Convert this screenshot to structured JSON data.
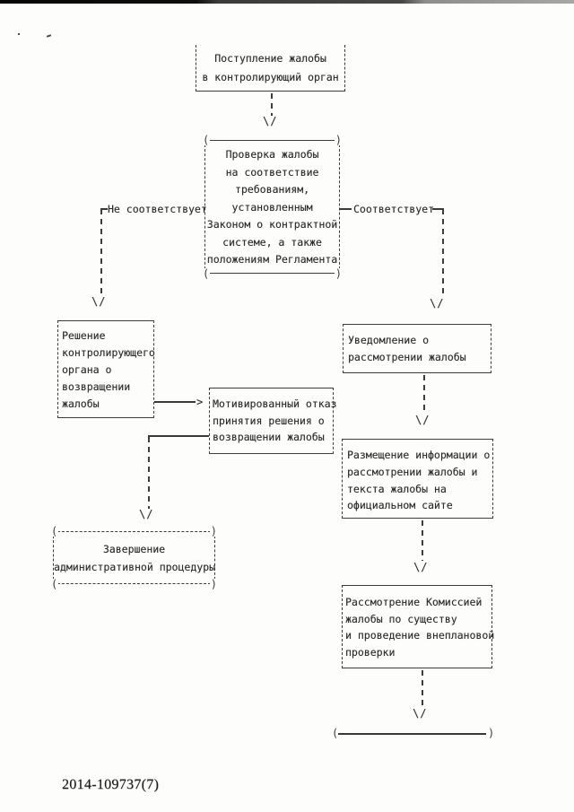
{
  "document": {
    "number": "2014-109737(7)"
  },
  "glyphs": {
    "arrow_down": "\\/",
    "arrow_right": ">",
    "paren_open": "(",
    "paren_close": ")"
  },
  "labels": {
    "not_conforming": "Не соответствует",
    "conforming": "Соответствует"
  },
  "boxes": {
    "receipt": {
      "lines": [
        "Поступление жалобы",
        "в контролирующий орган"
      ]
    },
    "check": {
      "lines": [
        "Проверка жалобы",
        "на соответствие",
        "требованиям,",
        "установленным",
        "Законом о контрактной",
        "системе, а также",
        "положениям Регламента"
      ]
    },
    "return_decision": {
      "lines": [
        "Решение",
        "контролирующего",
        "органа о",
        "возвращении",
        "жалобы"
      ]
    },
    "refusal": {
      "lines": [
        "Мотивированный отказ",
        "принятия решения о",
        "возвращении жалобы"
      ]
    },
    "completion": {
      "lines": [
        "Завершение",
        "административной процедуры"
      ]
    },
    "notification": {
      "lines": [
        "Уведомление о",
        "рассмотрении жалобы"
      ]
    },
    "placement": {
      "lines": [
        "Размещение информации о",
        "рассмотрении жалобы и",
        "текста жалобы на",
        "официальном сайте"
      ]
    },
    "commission": {
      "lines": [
        "Рассмотрение Комиссией",
        "жалобы по существу",
        "и проведение внеплановой",
        "проверки"
      ]
    }
  }
}
